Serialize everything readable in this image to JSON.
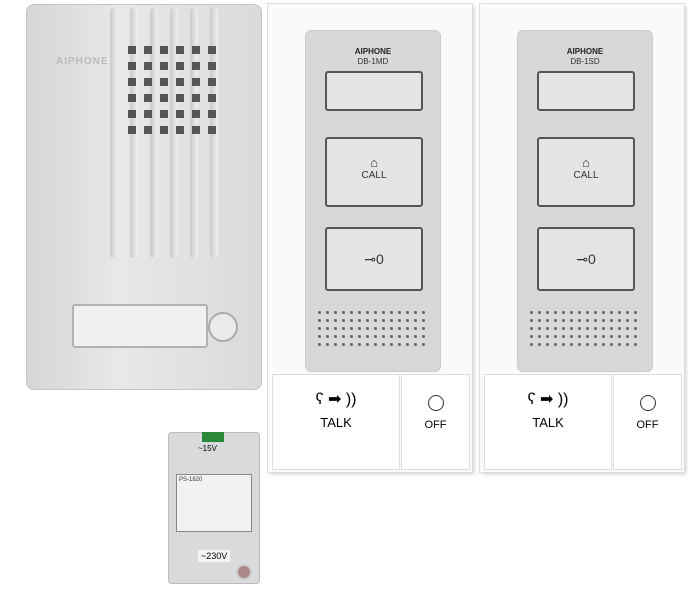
{
  "door_station": {
    "brand": "AIPHONE"
  },
  "monitors": [
    {
      "brand": "AIPHONE",
      "model": "DB-1MD",
      "call_label": "CALL",
      "talk_label": "TALK",
      "off_label": "OFF"
    },
    {
      "brand": "AIPHONE",
      "model": "DB-1SD",
      "call_label": "CALL",
      "talk_label": "TALK",
      "off_label": "OFF"
    }
  ],
  "power_supply": {
    "output_label": "~15V",
    "input_label": "~230V",
    "model": "PS-1820"
  },
  "icons": {
    "call": "door-call-icon",
    "unlock": "key-icon",
    "talk": "speaking-face-icon",
    "off": "circle-icon"
  }
}
